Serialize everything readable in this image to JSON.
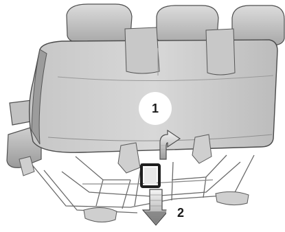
{
  "callouts": [
    {
      "id": "1",
      "label": "1"
    },
    {
      "id": "2",
      "label": "2"
    }
  ],
  "colors": {
    "seat_light": "#d4d4d4",
    "seat_mid": "#bdbdbd",
    "seat_dark": "#8c8c8c",
    "outline": "#5a5a5a",
    "frame": "#b5b5b5",
    "arrow_fill": "#eeeeee",
    "arrow_dark": "#5c5c5c",
    "background": "#ffffff"
  },
  "icons": {
    "arrow_1": "curved-up-arrow-icon",
    "arrow_2": "down-arrow-icon"
  }
}
